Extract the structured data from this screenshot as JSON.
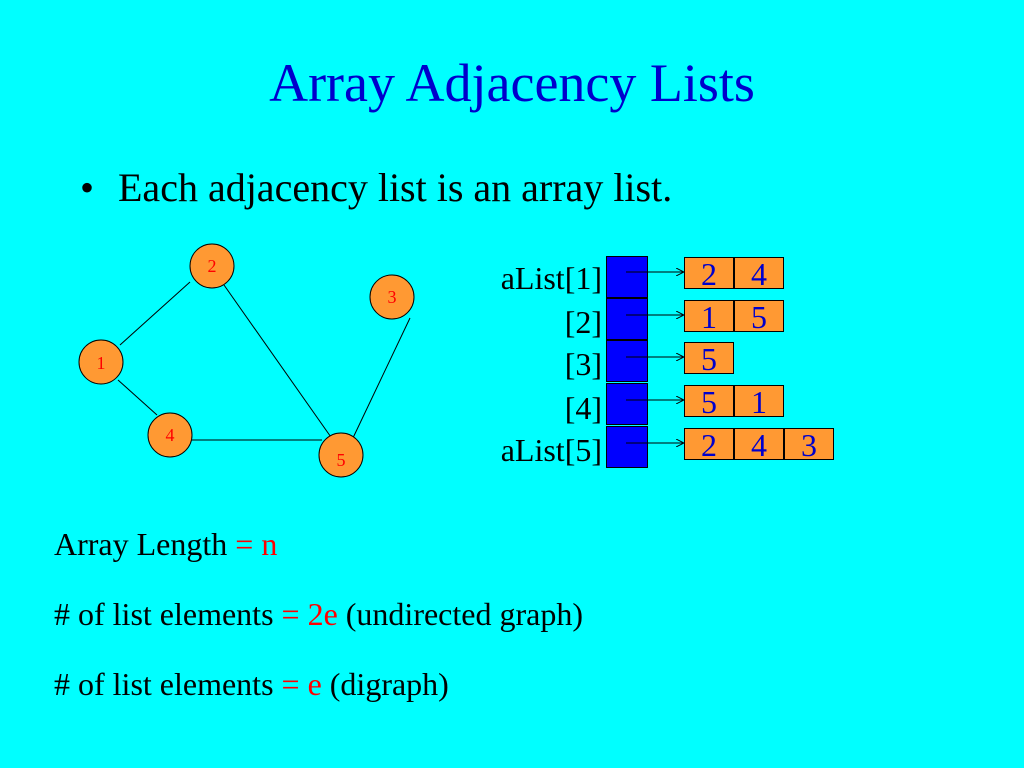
{
  "title": "Array Adjacency Lists",
  "bullet": "Each adjacency list is an array list.",
  "graph": {
    "nodes": [
      "1",
      "2",
      "3",
      "4",
      "5"
    ],
    "edges": [
      [
        "1",
        "2"
      ],
      [
        "1",
        "4"
      ],
      [
        "2",
        "5"
      ],
      [
        "4",
        "5"
      ],
      [
        "3",
        "5"
      ]
    ]
  },
  "array": {
    "rows": [
      {
        "label": "aList[1]",
        "list": [
          "2",
          "4"
        ]
      },
      {
        "label": "[2]",
        "list": [
          "1",
          "5"
        ]
      },
      {
        "label": "[3]",
        "list": [
          "5"
        ]
      },
      {
        "label": "[4]",
        "list": [
          "5",
          "1"
        ]
      },
      {
        "label": "aList[5]",
        "list": [
          "2",
          "4",
          "3"
        ]
      }
    ]
  },
  "footer": {
    "line1": {
      "text": "Array Length ",
      "eq": "=",
      "value": " n"
    },
    "line2": {
      "text": "# of list elements ",
      "eq": "=",
      "value": " 2e",
      "note": " (undirected graph)"
    },
    "line3": {
      "text": "# of list elements ",
      "eq": "=",
      "value": " e",
      "note": " (digraph)"
    }
  },
  "colors": {
    "background": "#00FFFF",
    "title": "#0000CC",
    "node_fill": "#FF9933",
    "node_label": "#FF0000",
    "array_cell": "#0000FF",
    "list_box": "#FF9933",
    "list_text": "#0000CC",
    "highlight": "#FF0000"
  }
}
